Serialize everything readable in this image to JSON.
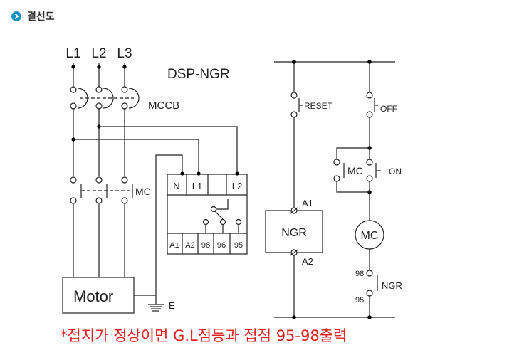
{
  "header": {
    "icon": "circle-chevron-right-icon",
    "title": "결선도",
    "accent": "#1593c7"
  },
  "diagram": {
    "phases": [
      "L1",
      "L2",
      "L3"
    ],
    "model": "DSP-NGR",
    "breaker": "MCCB",
    "contactor": "MC",
    "motor": "Motor",
    "ground": "E",
    "relay_top_terminals": [
      "N",
      "L1",
      "",
      "L2"
    ],
    "relay_bottom_terminals": [
      "A1",
      "A2",
      "98",
      "96",
      "95"
    ],
    "ngr_box": "NGR",
    "ngr_a1": "A1",
    "ngr_a2": "A2",
    "reset": "RESET",
    "off": "OFF",
    "on": "ON",
    "mc_aux": "MC",
    "mc_coil": "MC",
    "contact_98": "98",
    "contact_95": "95",
    "contact_label": "NGR"
  },
  "note": {
    "text": "*접지가 정상이면 G.L점등과 접점 95-98출력",
    "color": "#e02020"
  }
}
